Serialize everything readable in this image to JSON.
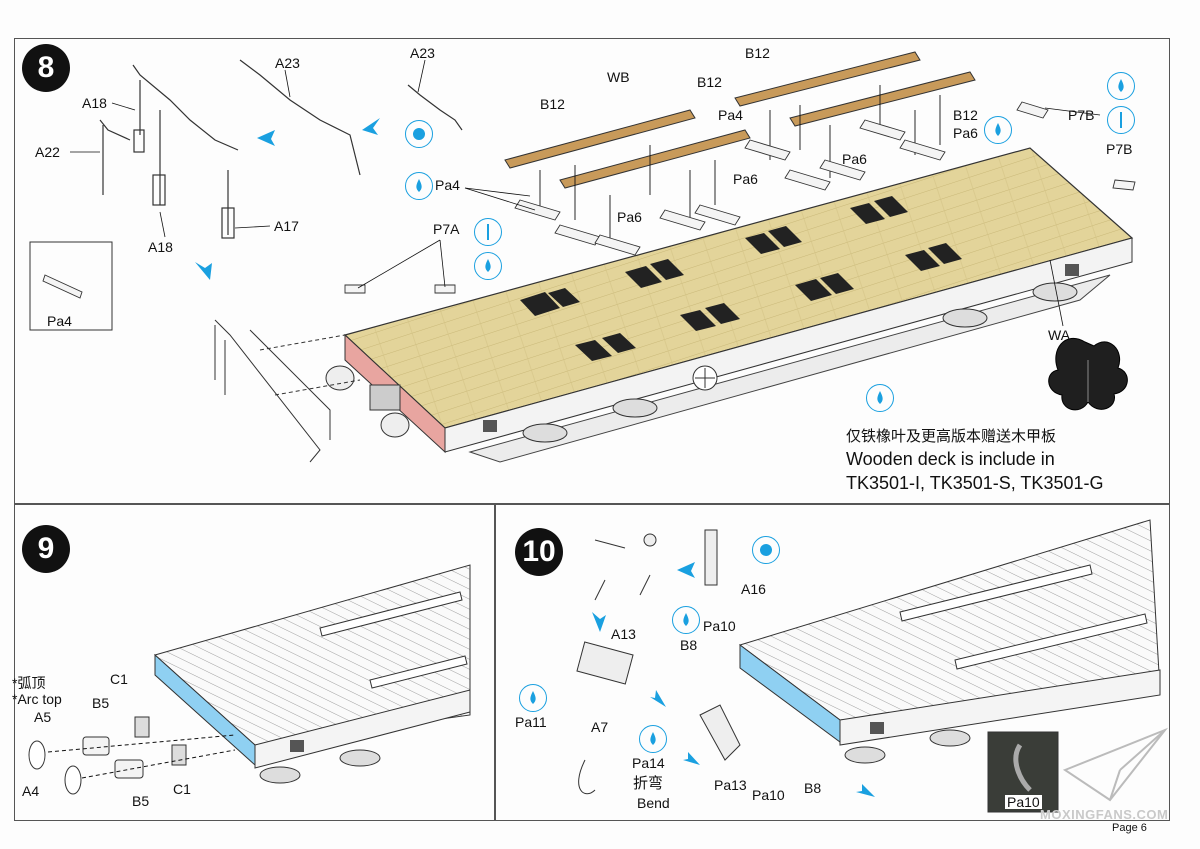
{
  "steps": [
    {
      "number": "8"
    },
    {
      "number": "9"
    },
    {
      "number": "10"
    }
  ],
  "step8": {
    "labels": {
      "a18_top": "A18",
      "a22": "A22",
      "a18_bottom": "A18",
      "a17": "A17",
      "a23_mid": "A23",
      "a23_right": "A23",
      "wb": "WB",
      "b12_left": "B12",
      "b12_mid": "B12",
      "b12_top": "B12",
      "b12_right": "B12",
      "pa4_mid": "Pa4",
      "pa4_left": "Pa4",
      "pa4_inset": "Pa4",
      "pa6_a": "Pa6",
      "pa6_b": "Pa6",
      "pa6_c": "Pa6",
      "pa6_d": "Pa6",
      "p7a": "P7A",
      "p7b_top": "P7B",
      "p7b_bottom": "P7B",
      "wa": "WA"
    },
    "note_cn": "仅铁橡叶及更高版本赠送木甲板",
    "note_en_1": "Wooden deck is include in",
    "note_en_2": "TK3501-I, TK3501-S, TK3501-G"
  },
  "step9": {
    "labels": {
      "arc_cn": "*弧顶",
      "arc_en": "*Arc top",
      "a5": "A5",
      "b5_top": "B5",
      "c1_top": "C1",
      "a4": "A4",
      "b5_bottom": "B5",
      "c1_bottom": "C1"
    }
  },
  "step10": {
    "labels": {
      "a16": "A16",
      "a13": "A13",
      "pa10_top": "Pa10",
      "b8_top": "B8",
      "pa11": "Pa11",
      "a7": "A7",
      "pa14": "Pa14",
      "bend_cn": "折弯",
      "bend_en": "Bend",
      "pa13": "Pa13",
      "pa10_bottom": "Pa10",
      "b8_bottom": "B8",
      "pa10_inset": "Pa10"
    }
  },
  "footer": {
    "watermark": "MOXINGFANS.COM",
    "page": "Page 6"
  },
  "colors": {
    "accent_blue": "#1aa0e0",
    "deck_wood": "#e3d49a",
    "deck_grain": "#c9b878",
    "buffer_beam_pink": "#e8a5a0",
    "buffer_beam_blue": "#8fd0f2",
    "bar_wood": "#c89a5a"
  }
}
